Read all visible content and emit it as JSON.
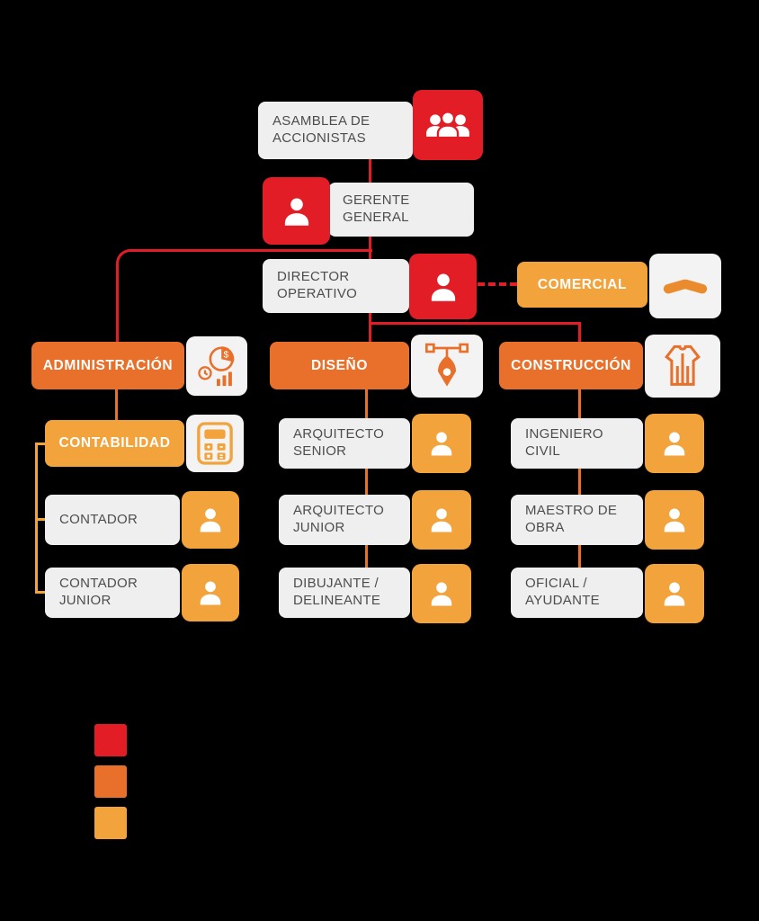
{
  "colors": {
    "background": "#000000",
    "red": "#E21D25",
    "orange": "#E8702A",
    "amber": "#F2A33C",
    "card": "#F0EFEF",
    "text": "#4D4D4D"
  },
  "nodes": {
    "asamblea": {
      "label": "ASAMBLEA DE ACCIONISTAS",
      "icon": "people-group-icon"
    },
    "gerente": {
      "label": "GERENTE GENERAL",
      "icon": "person-icon"
    },
    "director": {
      "label": "DIRECTOR OPERATIVO",
      "icon": "person-icon"
    },
    "comercial": {
      "label": "COMERCIAL",
      "icon": "handshake-icon"
    },
    "administracion": {
      "label": "ADMINISTRACIÓN",
      "icon": "finance-chart-icon"
    },
    "contabilidad": {
      "label": "CONTABILIDAD",
      "icon": "calculator-icon"
    },
    "contador": {
      "label": "CONTADOR",
      "icon": "person-icon"
    },
    "contador_junior": {
      "label": "CONTADOR JUNIOR",
      "icon": "person-icon"
    },
    "diseno": {
      "label": "DISEÑO",
      "icon": "pen-tool-icon"
    },
    "arquitecto_senior": {
      "label": "ARQUITECTO SENIOR",
      "icon": "person-icon"
    },
    "arquitecto_junior": {
      "label": "ARQUITECTO JUNIOR",
      "icon": "person-icon"
    },
    "dibujante": {
      "label": "DIBUJANTE / DELINEANTE",
      "icon": "person-icon"
    },
    "construccion": {
      "label": "CONSTRUCCIÓN",
      "icon": "safety-vest-icon"
    },
    "ingeniero": {
      "label": "INGENIERO CIVIL",
      "icon": "person-icon"
    },
    "maestro": {
      "label": "MAESTRO DE OBRA",
      "icon": "person-icon"
    },
    "oficial": {
      "label": "OFICIAL / AYUDANTE",
      "icon": "person-icon"
    }
  },
  "legend": {
    "items": [
      {
        "color": "#E21D25"
      },
      {
        "color": "#E8702A"
      },
      {
        "color": "#F2A33C"
      }
    ]
  }
}
